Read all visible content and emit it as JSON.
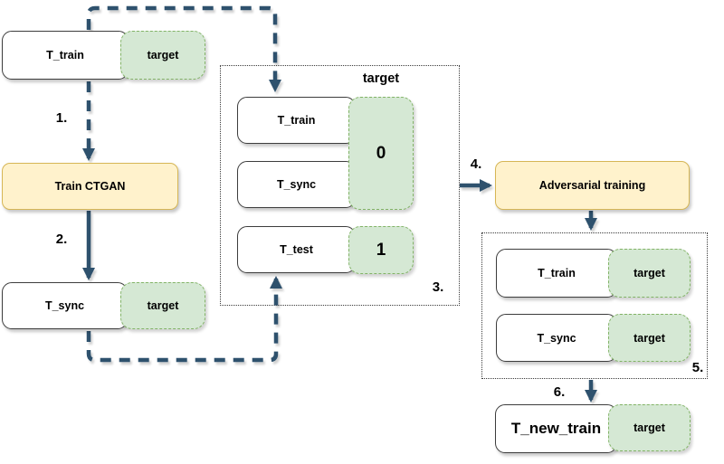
{
  "colors": {
    "connector": "#2e516d",
    "process_fill": "#fff2cc",
    "process_border": "#d6b656",
    "badge_fill": "#d5e8d4",
    "badge_border": "#82b366",
    "node_border": "#3d3d3d",
    "container_border": "#3b3b3b"
  },
  "nodes": {
    "t_train_top": {
      "label": "T_train",
      "badge": "target"
    },
    "train_ctgan": {
      "label": "Train CTGAN"
    },
    "t_sync_left": {
      "label": "T_sync",
      "badge": "target"
    },
    "adversarial": {
      "label": "Adversarial training"
    },
    "t_new_train": {
      "label": "T_new_train",
      "badge": "target"
    }
  },
  "steps": {
    "s1": "1.",
    "s2": "2.",
    "s3": "3.",
    "s4": "4.",
    "s5": "5.",
    "s6": "6."
  },
  "container3": {
    "header": "target",
    "rows": [
      "T_train",
      "T_sync",
      "T_test"
    ],
    "group_badge_value": "0",
    "test_badge_value": "1"
  },
  "container5": {
    "rows": [
      {
        "label": "T_train",
        "badge": "target"
      },
      {
        "label": "T_sync",
        "badge": "target"
      }
    ]
  }
}
